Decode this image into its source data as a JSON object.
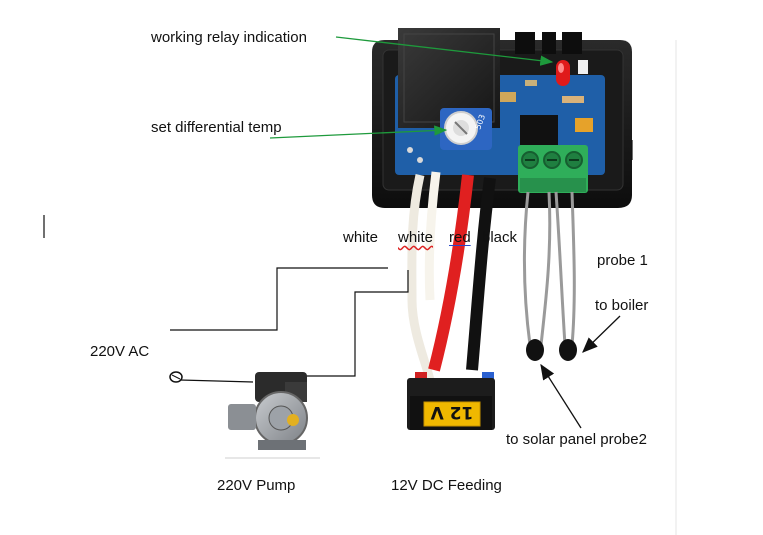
{
  "labels": {
    "relay": "working relay indication",
    "diff": "set differential temp",
    "wire_white1": "white",
    "wire_white2": "white",
    "wire_red": "red",
    "wire_black": "black",
    "probe1": "probe 1",
    "to_boiler": "to boiler",
    "ac": "220V AC",
    "to_solar": "to solar panel probe2",
    "pump": "220V Pump",
    "dc": "12V DC Feeding",
    "battery_face": "12 V"
  },
  "colors": {
    "arrow_green": "#1e9a3c",
    "wire_red": "#e02020",
    "terminal_green": "#2fae5a",
    "led_red": "#e01a1a",
    "pcb_blue": "#1f5fa8"
  }
}
